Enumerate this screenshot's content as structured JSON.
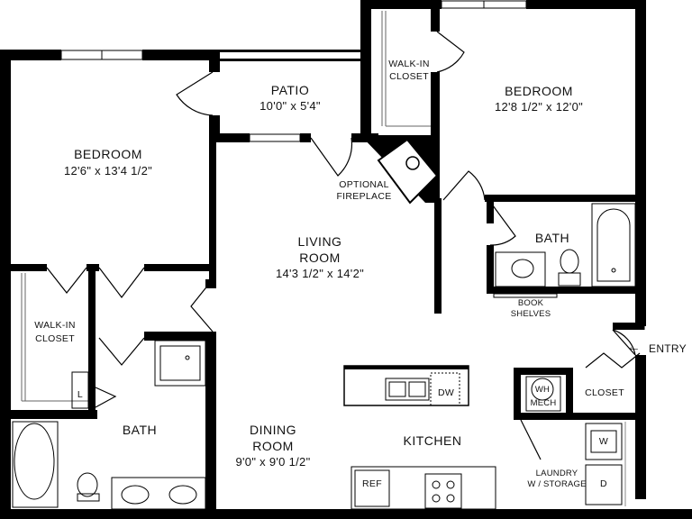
{
  "rooms": {
    "patio": {
      "name": "PATIO",
      "size": "10'0\" x 5'4\""
    },
    "bedroom_left": {
      "name": "BEDROOM",
      "size": "12'6\" x 13'4 1/2\""
    },
    "bedroom_right": {
      "name": "BEDROOM",
      "size": "12'8 1/2\" x 12'0\""
    },
    "living_room": {
      "name_line1": "LIVING",
      "name_line2": "ROOM",
      "size": "14'3 1/2\" x 14'2\""
    },
    "dining_room": {
      "name_line1": "DINING",
      "name_line2": "ROOM",
      "size": "9'0\" x 9'0 1/2\""
    },
    "kitchen": {
      "name": "KITCHEN"
    },
    "bath_left": {
      "name": "BATH"
    },
    "bath_right": {
      "name": "BATH"
    },
    "walkin_closet_left": {
      "line1": "WALK-IN",
      "line2": "CLOSET"
    },
    "walkin_closet_right": {
      "line1": "WALK-IN",
      "line2": "CLOSET"
    },
    "optional_fireplace": {
      "line1": "OPTIONAL",
      "line2": "FIREPLACE"
    },
    "book_shelves": {
      "line1": "BOOK",
      "line2": "SHELVES"
    },
    "closet": {
      "name": "CLOSET"
    },
    "laundry": {
      "line1": "LAUNDRY",
      "line2": "W / STORAGE"
    },
    "linen": {
      "name": "L"
    }
  },
  "appliances": {
    "dishwasher": "DW",
    "refrigerator": "REF",
    "washer": "W",
    "dryer": "D",
    "water_heater": "WH",
    "mech": "MECH"
  },
  "entry": {
    "label": "ENTRY",
    "arrow": "←"
  },
  "colors": {
    "wall": "#000000",
    "background": "#ffffff",
    "fixture": "#555555"
  }
}
